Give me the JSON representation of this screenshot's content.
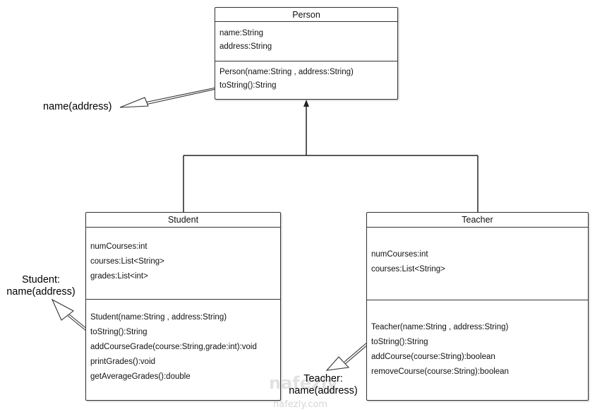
{
  "classes": {
    "person": {
      "name": "Person",
      "attributes": [
        "name:String",
        "address:String"
      ],
      "methods": [
        "Person(name:String , address:String)",
        "toString():String"
      ]
    },
    "student": {
      "name": "Student",
      "attributes": [
        "numCourses:int",
        "courses:List<String>",
        "grades:List<int>"
      ],
      "methods": [
        "Student(name:String , address:String)",
        "toString():String",
        "addCourseGrade(course:String,grade:int):void",
        "printGrades():void",
        "getAverageGrades():double"
      ]
    },
    "teacher": {
      "name": "Teacher",
      "attributes": [
        "numCourses:int",
        "courses:List<String>"
      ],
      "methods": [
        "Teacher(name:String , address:String)",
        "toString():String",
        "addCourse(course:String):boolean",
        "removeCourse(course:String):boolean"
      ]
    }
  },
  "notes": {
    "person_tostring": "name(address)",
    "student_tostring_line1": "Student:",
    "student_tostring_line2": "name(address)",
    "teacher_tostring_line1": "Teacher:",
    "teacher_tostring_line2": "name(address)"
  },
  "watermark": {
    "logo_text": "nafezly",
    "url_text": "nafezly.com"
  }
}
